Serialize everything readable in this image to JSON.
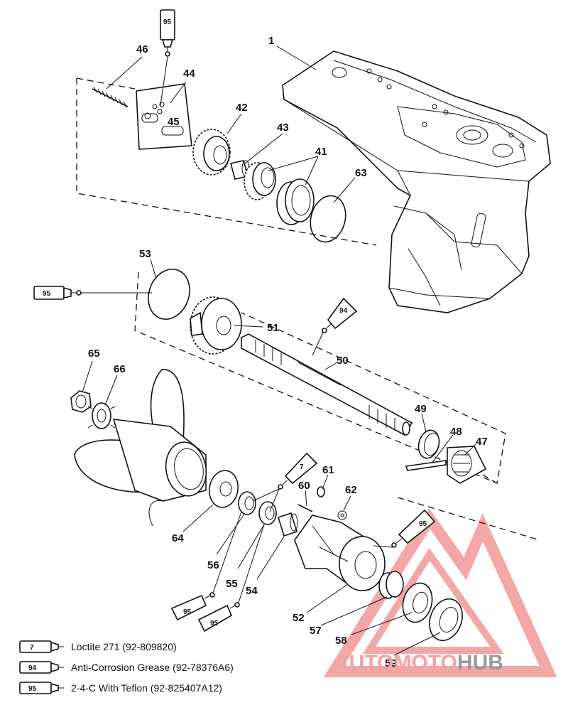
{
  "labels": {
    "p1": "1",
    "p41": "41",
    "p42": "42",
    "p43": "43",
    "p44": "44",
    "p45": "45",
    "p46": "46",
    "p47": "47",
    "p48": "48",
    "p49": "49",
    "p50": "50",
    "p51": "51",
    "p52": "52",
    "p53": "53",
    "p54": "54",
    "p55": "55",
    "p56": "56",
    "p57": "57",
    "p58": "58",
    "p59": "59",
    "p60": "60",
    "p61": "61",
    "p62": "62",
    "p63": "63",
    "p64": "64",
    "p65": "65",
    "p66": "66"
  },
  "tubes": {
    "t95_top": "95",
    "t95_left": "95",
    "t94": "94",
    "t7": "7",
    "t95_right": "95",
    "t95_bl1": "95",
    "t95_bl2": "95"
  },
  "legend": [
    {
      "tube": "7",
      "text": "Loctite 271 (92-809820)"
    },
    {
      "tube": "94",
      "text": "Anti-Corrosion Grease (92-78376A6)"
    },
    {
      "tube": "95",
      "text": "2-4-C With Teflon (92-825407A12)"
    }
  ],
  "watermark": {
    "part1": "AUTOMOTO",
    "part2": "HUB",
    "color1": "#f4a3a3",
    "color2": "#9a9a9a"
  }
}
